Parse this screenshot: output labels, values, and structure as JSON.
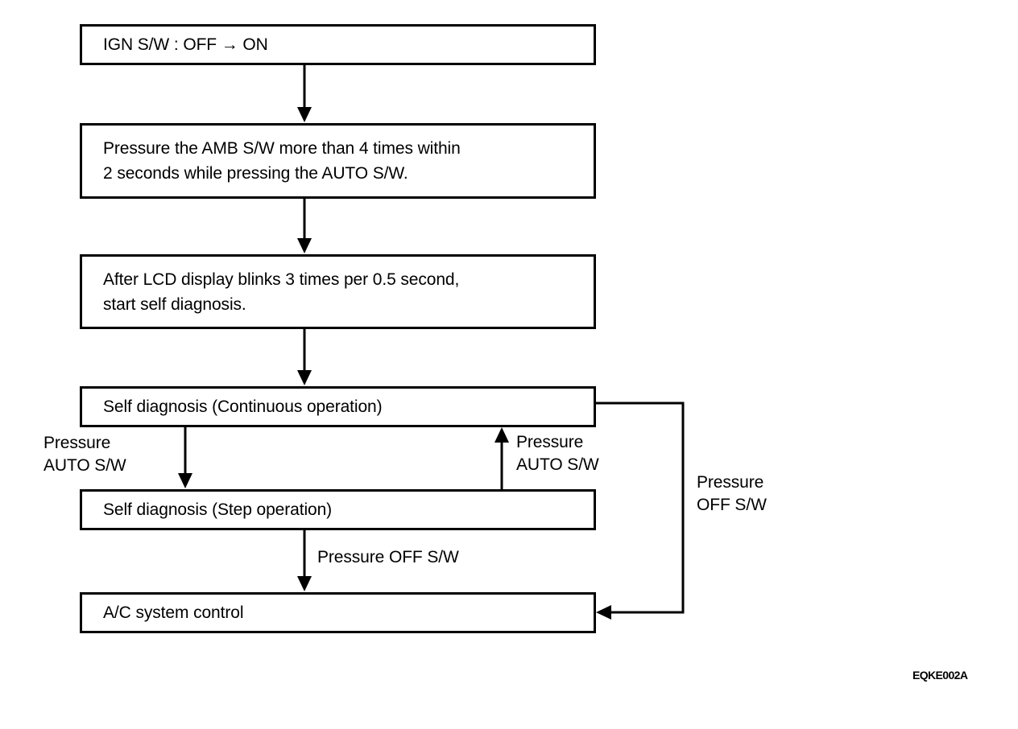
{
  "figure": {
    "code": "EQKE002A",
    "type": "flowchart",
    "title": "A/C self diagnosis procedure flow"
  },
  "nodes": [
    {
      "id": "ign",
      "label": "IGN S/W : OFF →  ON"
    },
    {
      "id": "amb",
      "label": "Pressure the AMB S/W more than 4 times within\n2 seconds while pressing the AUTO S/W."
    },
    {
      "id": "lcd",
      "label": "After LCD display blinks 3 times per 0.5 second,\nstart self diagnosis."
    },
    {
      "id": "continuous",
      "label": "Self diagnosis (Continuous operation)"
    },
    {
      "id": "step",
      "label": "Self diagnosis (Step operation)"
    },
    {
      "id": "ac",
      "label": "A/C system control"
    }
  ],
  "edge_labels": {
    "left_auto": "Pressure\nAUTO S/W",
    "right_auto": "Pressure\nAUTO S/W",
    "step_off": "Pressure OFF S/W",
    "far_right_off": "Pressure\nOFF S/W"
  },
  "colors": {
    "line": "#000000",
    "text": "#000000",
    "background": "#ffffff"
  }
}
